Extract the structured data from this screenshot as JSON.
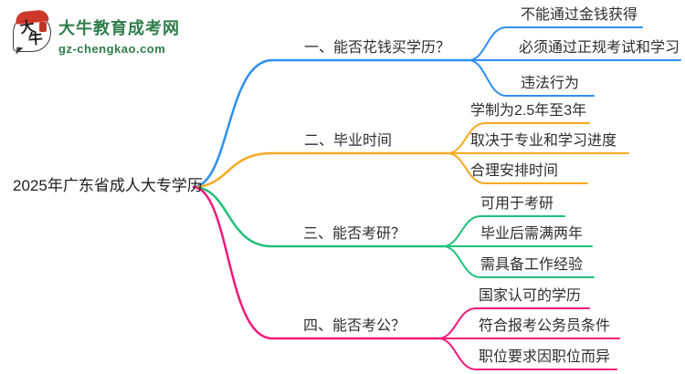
{
  "logo": {
    "icon_char1": "大",
    "icon_char2": "牛",
    "title": "大牛教育成考网",
    "url": "gz-chengkao.com",
    "brand_color": "#2e7d4a"
  },
  "root": {
    "label": "2025年广东省成人大专学历"
  },
  "branches": [
    {
      "label": "一、能否花钱买学历？",
      "color": "#2e8ff0",
      "children": [
        "不能通过金钱获得",
        "必须通过正规考试和学习",
        "违法行为"
      ]
    },
    {
      "label": "二、毕业时间",
      "color": "#f7a821",
      "children": [
        "学制为2.5年至3年",
        "取决于专业和学习进度",
        "合理安排时间"
      ]
    },
    {
      "label": "三、能否考研？",
      "color": "#20c07a",
      "children": [
        "可用于考研",
        "毕业后需满两年",
        "需具备工作经验"
      ]
    },
    {
      "label": "四、能否考公？",
      "color": "#f2197a",
      "children": [
        "国家认可的学历",
        "符合报考公务员条件",
        "职位要求因职位而异"
      ]
    }
  ]
}
